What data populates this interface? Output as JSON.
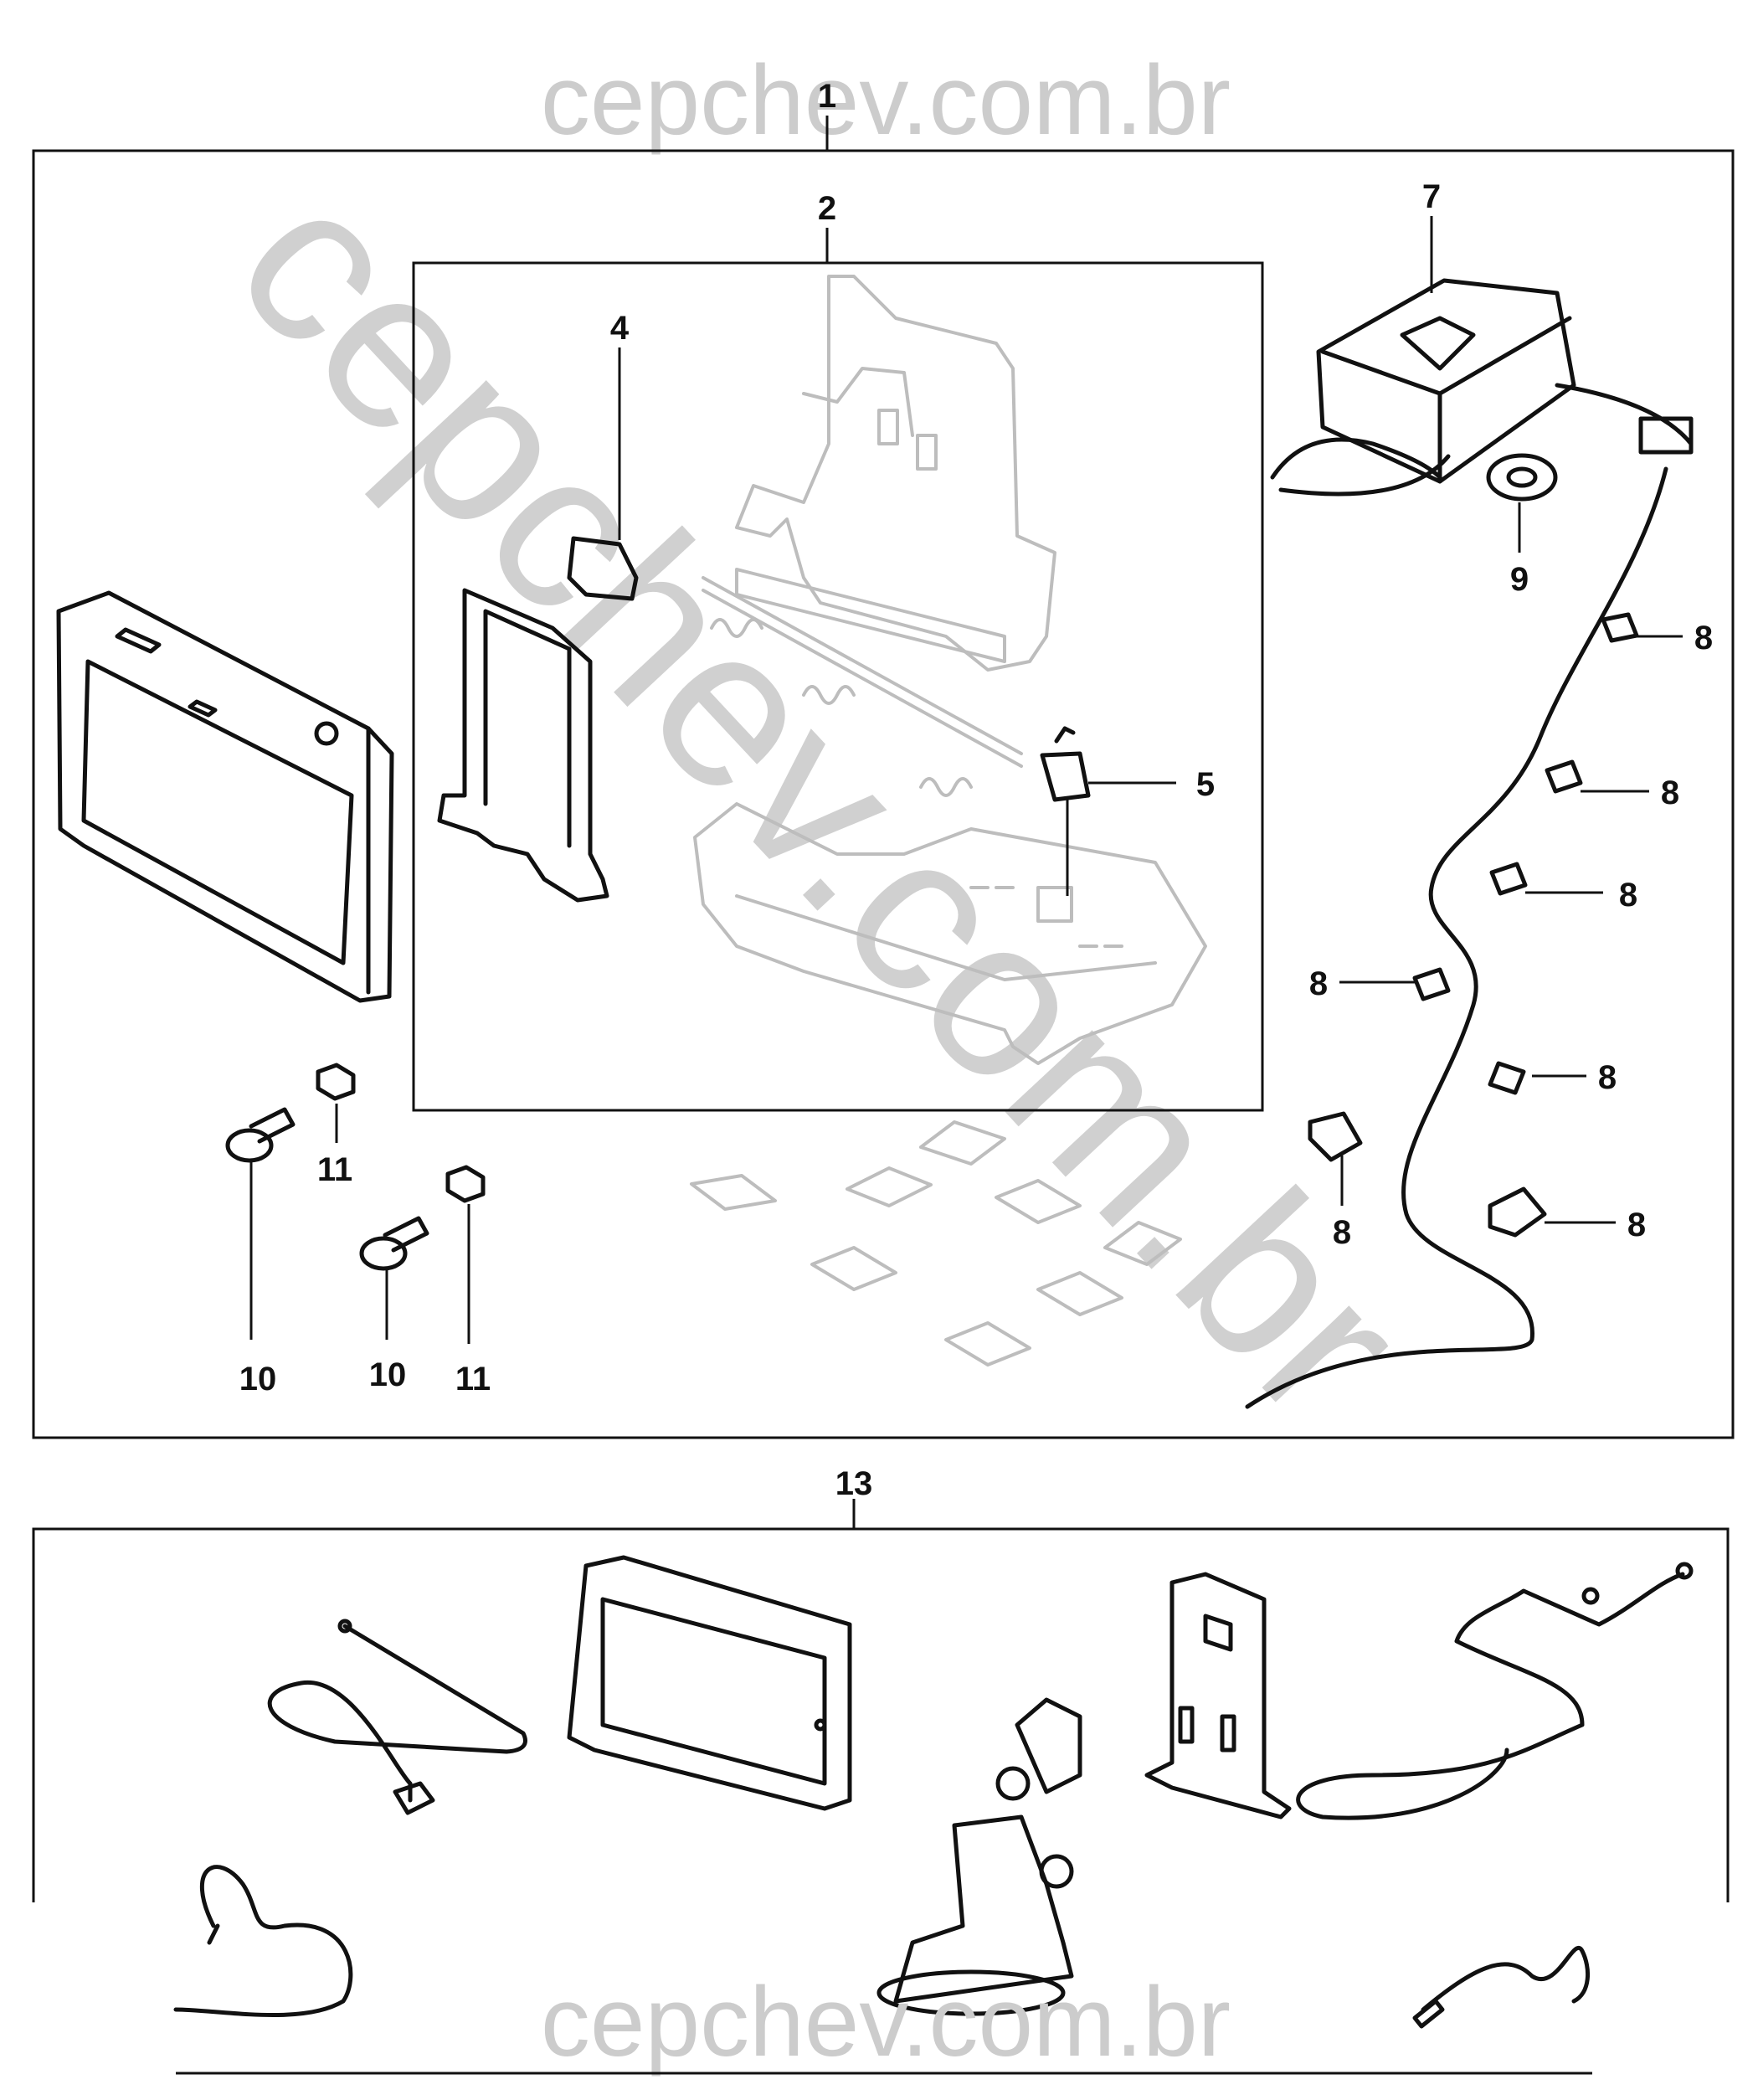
{
  "watermarks": {
    "top": "cepchev.com.br",
    "bottom": "cepchev.com.br",
    "diagonal": "cepchev.com.br"
  },
  "callouts": {
    "c1": "1",
    "c2": "2",
    "c4": "4",
    "c5": "5",
    "c7": "7",
    "c8": "8",
    "c9": "9",
    "c10": "10",
    "c11": "11",
    "c13": "13"
  }
}
